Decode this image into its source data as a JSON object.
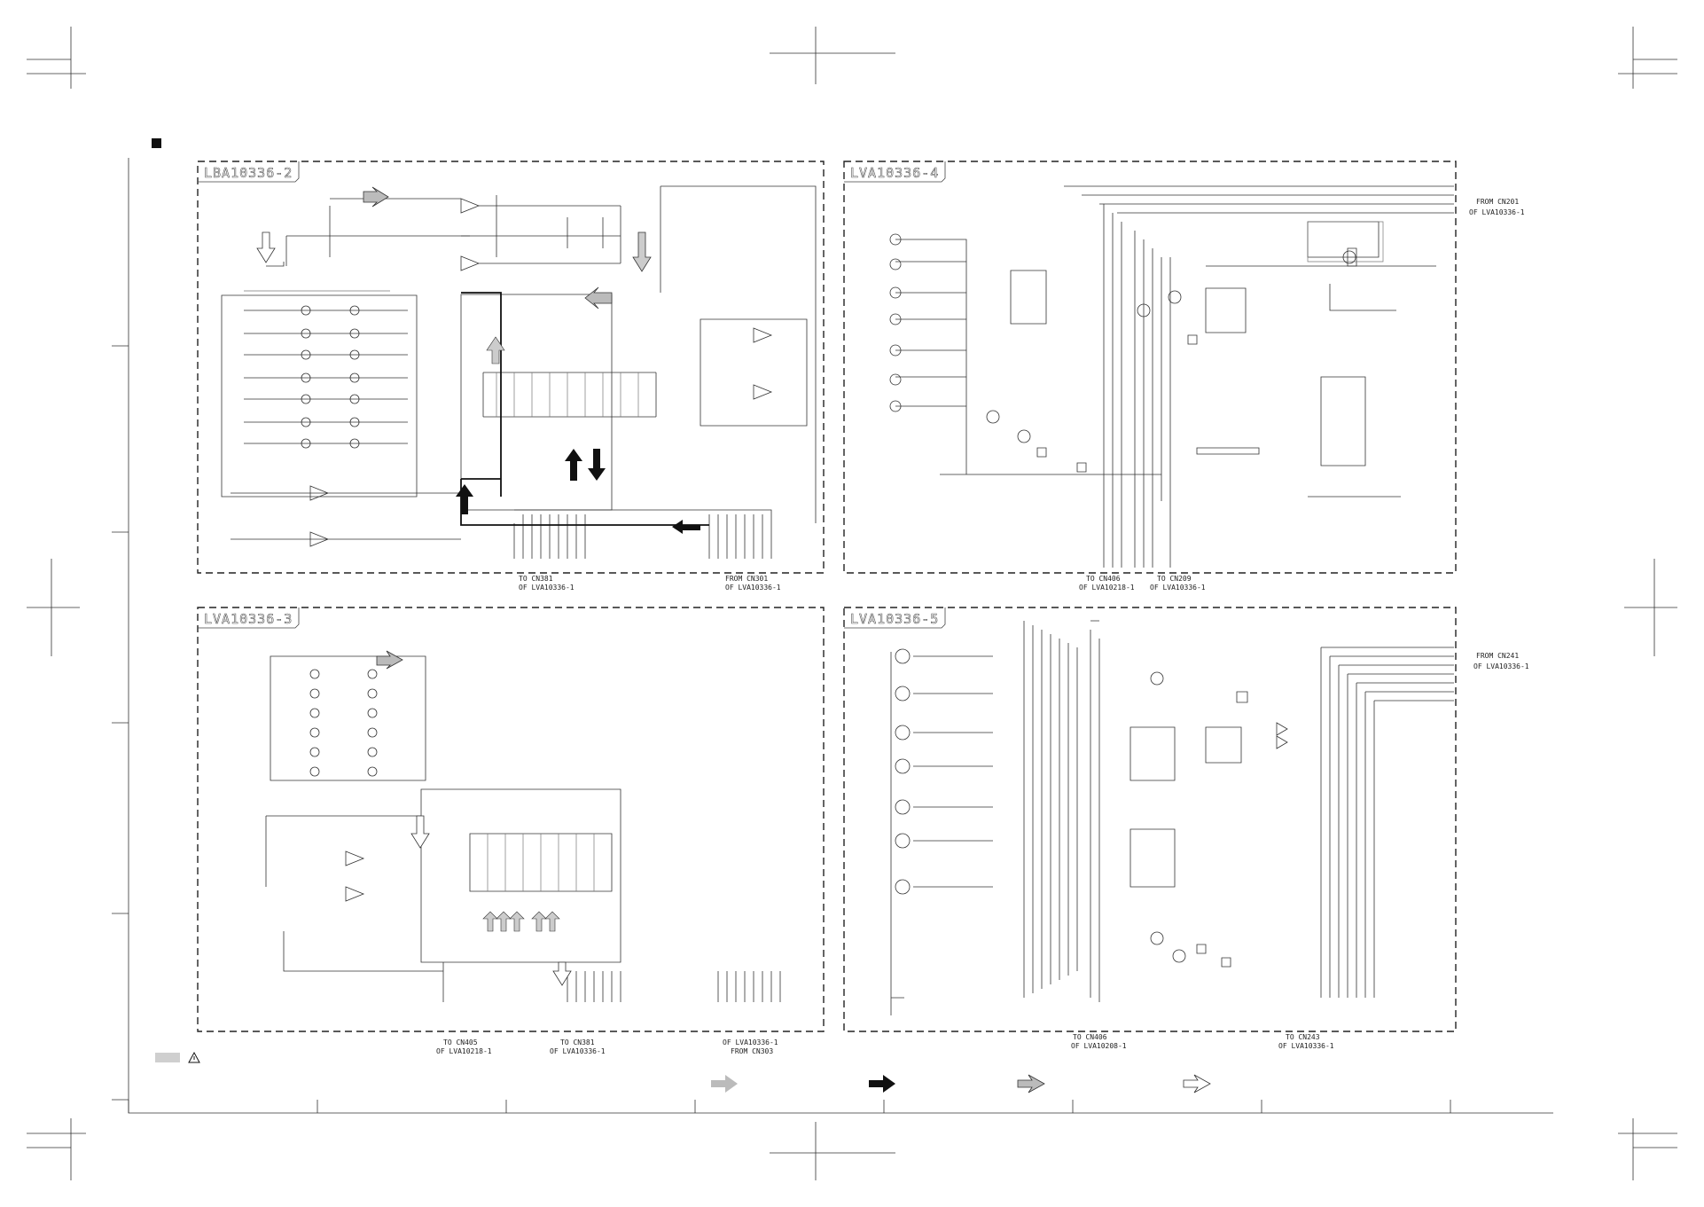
{
  "sections": [
    {
      "title": "LBA10336-2"
    },
    {
      "title": "LVA10336-4"
    },
    {
      "title": "LVA10336-3"
    },
    {
      "title": "LVA10336-5"
    }
  ],
  "connectors": {
    "s2_left": {
      "line1": "TO CN381",
      "line2": "OF LVA10336-1"
    },
    "s2_right": {
      "line1": "FROM CN301",
      "line2": "OF LVA10336-1"
    },
    "s4_top": {
      "line1": "FROM CN201",
      "line2": "OF LVA10336-1"
    },
    "s4_a": {
      "line1": "TO CN406",
      "line2": "OF LVA10218-1"
    },
    "s4_b": {
      "line1": "TO CN209",
      "line2": "OF LVA10336-1"
    },
    "s3_a": {
      "line1": "TO CN405",
      "line2": "OF LVA10218-1"
    },
    "s3_b": {
      "line1": "TO CN381",
      "line2": "OF LVA10336-1"
    },
    "s3_c": {
      "line1": "OF LVA10336-1",
      "line2": "FROM CN303"
    },
    "s5_top": {
      "line1": "FROM CN241",
      "line2": "OF LVA10336-1"
    },
    "s5_a": {
      "line1": "TO CN406",
      "line2": "OF LVA10208-1"
    },
    "s5_b": {
      "line1": "TO CN243",
      "line2": "OF LVA10336-1"
    }
  },
  "legend": {
    "icon": "warning-triangle-icon",
    "arrows": [
      "gray-arrow",
      "black-arrow",
      "gray-outline-arrow",
      "white-outline-arrow"
    ]
  },
  "colors": {
    "line": "#333333",
    "signal_gray": "#9a9a9a",
    "border": "#222222"
  }
}
